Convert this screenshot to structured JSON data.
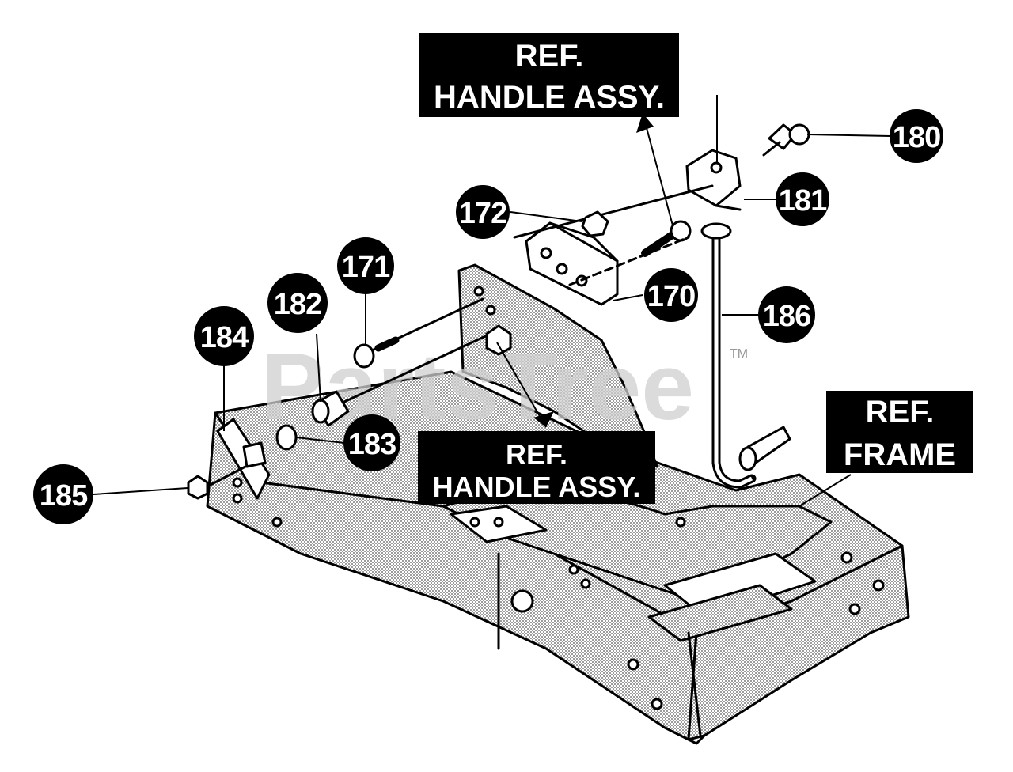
{
  "watermark": {
    "text": "PartsTree",
    "tm": "TM"
  },
  "ref_labels": {
    "handle_top": {
      "line1": "REF.",
      "line2": "HANDLE ASSY."
    },
    "handle_mid": {
      "line1": "REF.",
      "line2": "HANDLE ASSY."
    },
    "frame": {
      "line1": "REF.",
      "line2": "FRAME"
    }
  },
  "callouts": [
    {
      "id": "180",
      "label": "180"
    },
    {
      "id": "181",
      "label": "181"
    },
    {
      "id": "172",
      "label": "172"
    },
    {
      "id": "171",
      "label": "171"
    },
    {
      "id": "170",
      "label": "170"
    },
    {
      "id": "182",
      "label": "182"
    },
    {
      "id": "186",
      "label": "186"
    },
    {
      "id": "184",
      "label": "184"
    },
    {
      "id": "183",
      "label": "183"
    },
    {
      "id": "185",
      "label": "185"
    }
  ]
}
